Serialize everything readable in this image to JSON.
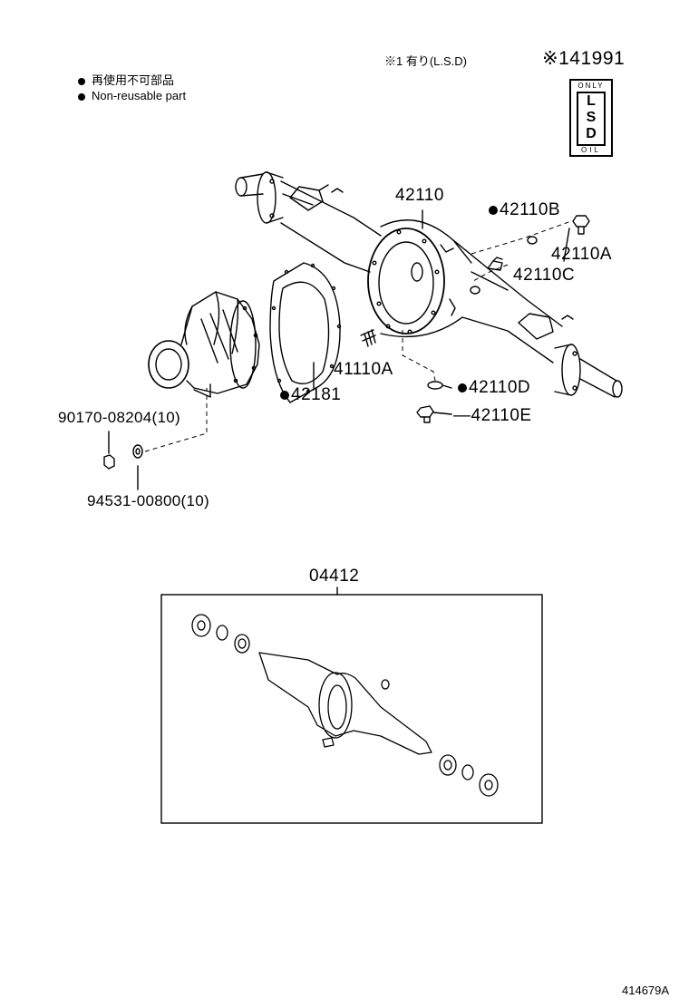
{
  "legend": {
    "line_ja": "再使用不可部品",
    "line_en": "Non-reusable part"
  },
  "note": "※1 有り(L.S.D)",
  "badge": {
    "part": "※141991",
    "top": "ONLY",
    "letters": [
      "L",
      "S",
      "D"
    ],
    "bottom": "OIL"
  },
  "parts": {
    "p42110": "42110",
    "p42110B": "42110B",
    "p42110A": "42110A",
    "p42110C": "42110C",
    "p41110A": "41110A",
    "p42181": "42181",
    "p42110D": "42110D",
    "p42110E": "42110E",
    "p90170": "90170-08204(10)",
    "p94531": "94531-00800(10)",
    "p04412": "04412"
  },
  "footer_code": "414679A"
}
